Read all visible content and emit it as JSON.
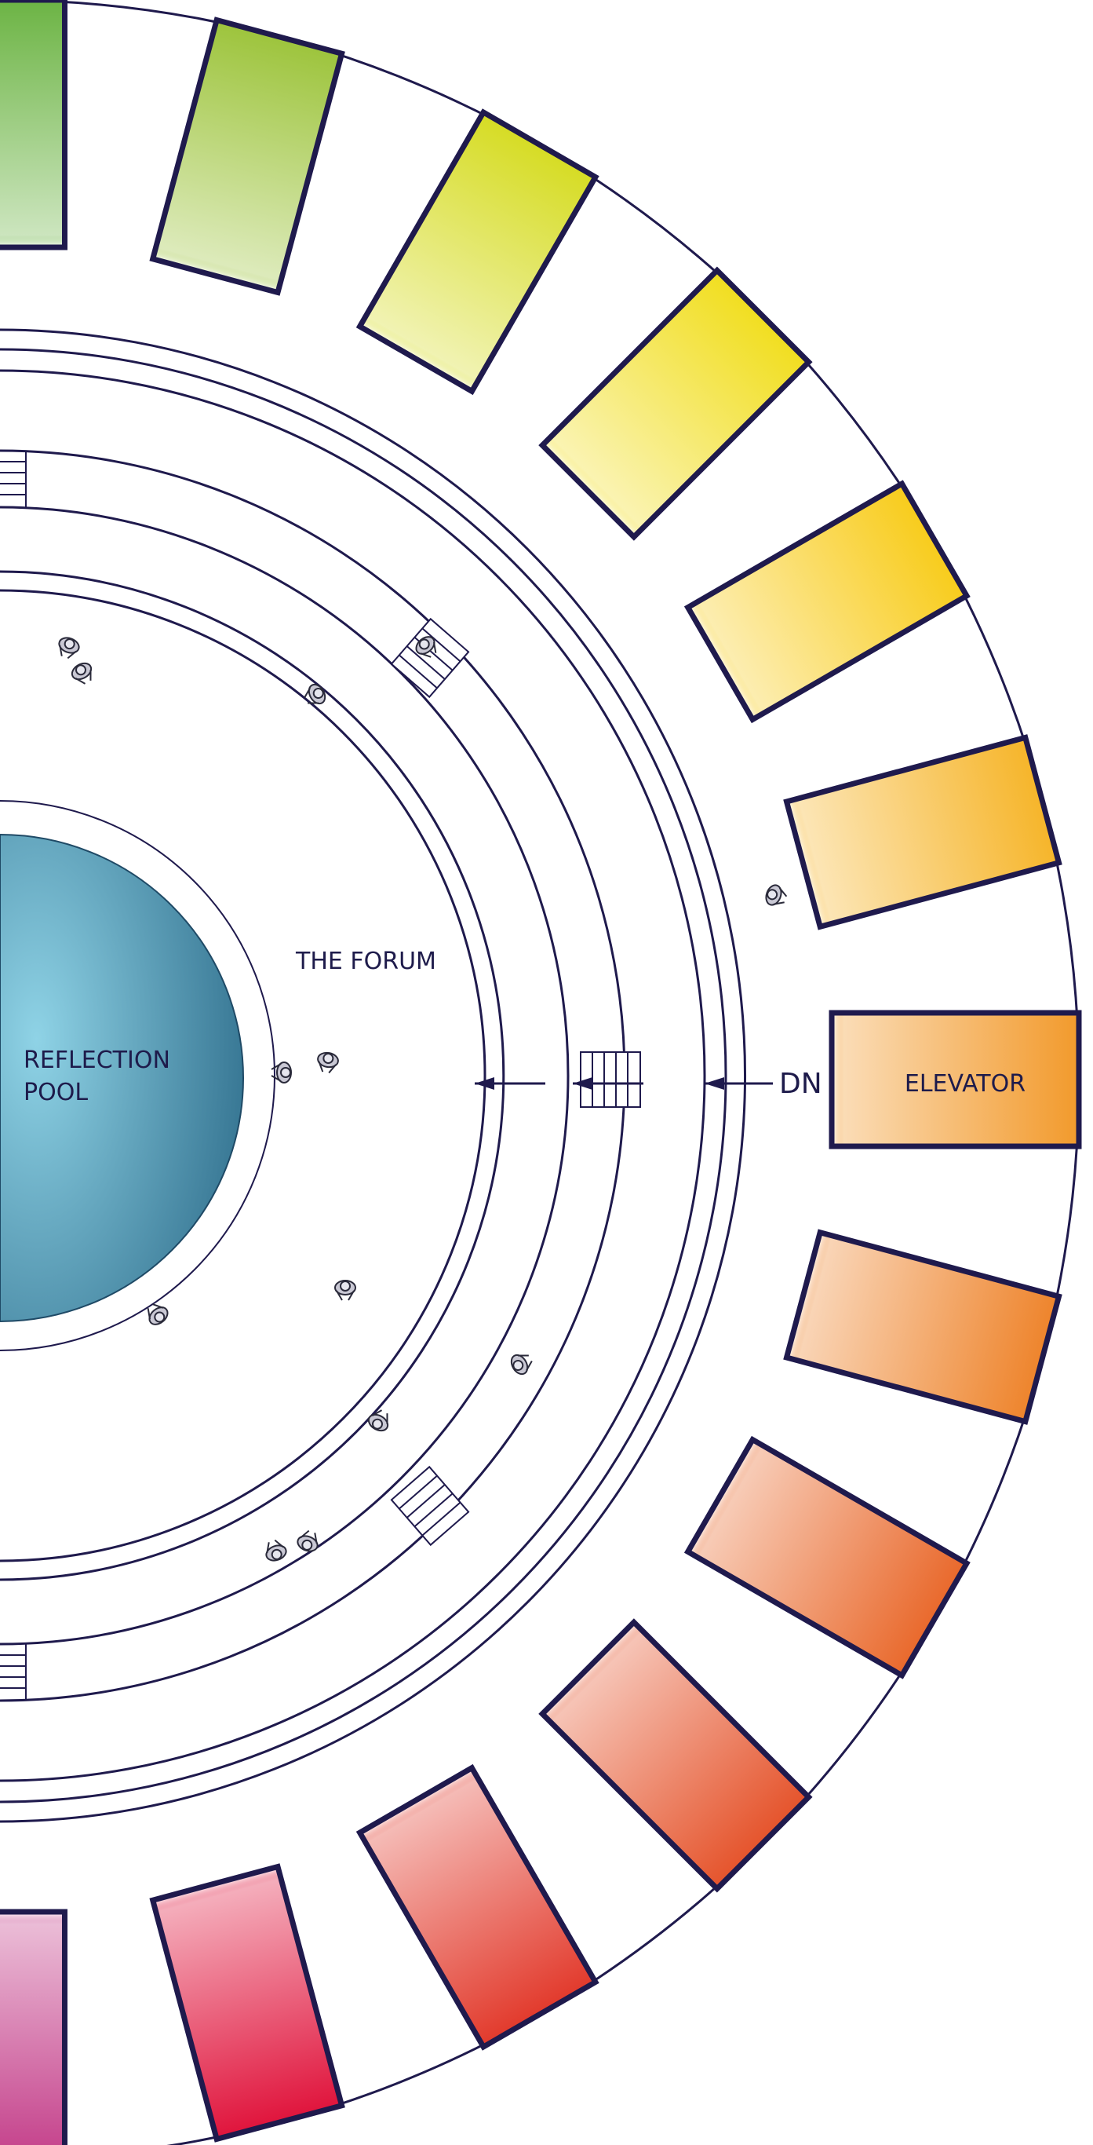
{
  "labels": {
    "reflection_pool_line1": "REFLECTION",
    "reflection_pool_line2": "POOL",
    "forum": "THE FORUM",
    "down_marker": "DN",
    "elevator": "ELEVATOR"
  },
  "colors": {
    "stroke": "#1f1a4d",
    "text": "#1e1b4b",
    "pool_center": "#8fd3e6",
    "pool_edge": "#2f6e8c",
    "person_fill": "#c9c8d4"
  },
  "rooms": [
    {
      "name": "room-top-1",
      "color": "#6cb444"
    },
    {
      "name": "room-top-2",
      "color": "#9dc43c"
    },
    {
      "name": "room-top-3",
      "color": "#d6dc24"
    },
    {
      "name": "room-top-4",
      "color": "#f1de20"
    },
    {
      "name": "room-top-5",
      "color": "#f8cc1c"
    },
    {
      "name": "room-top-6",
      "color": "#f6b52a"
    },
    {
      "name": "elevator",
      "color": "#f29a2c"
    },
    {
      "name": "room-bottom-6",
      "color": "#ee842c"
    },
    {
      "name": "room-bottom-5",
      "color": "#e9692c"
    },
    {
      "name": "room-bottom-4",
      "color": "#e5542c"
    },
    {
      "name": "room-bottom-3",
      "color": "#e23a2c"
    },
    {
      "name": "room-bottom-2",
      "color": "#e0143c"
    },
    {
      "name": "room-bottom-1",
      "color": "#c43f8a"
    }
  ]
}
